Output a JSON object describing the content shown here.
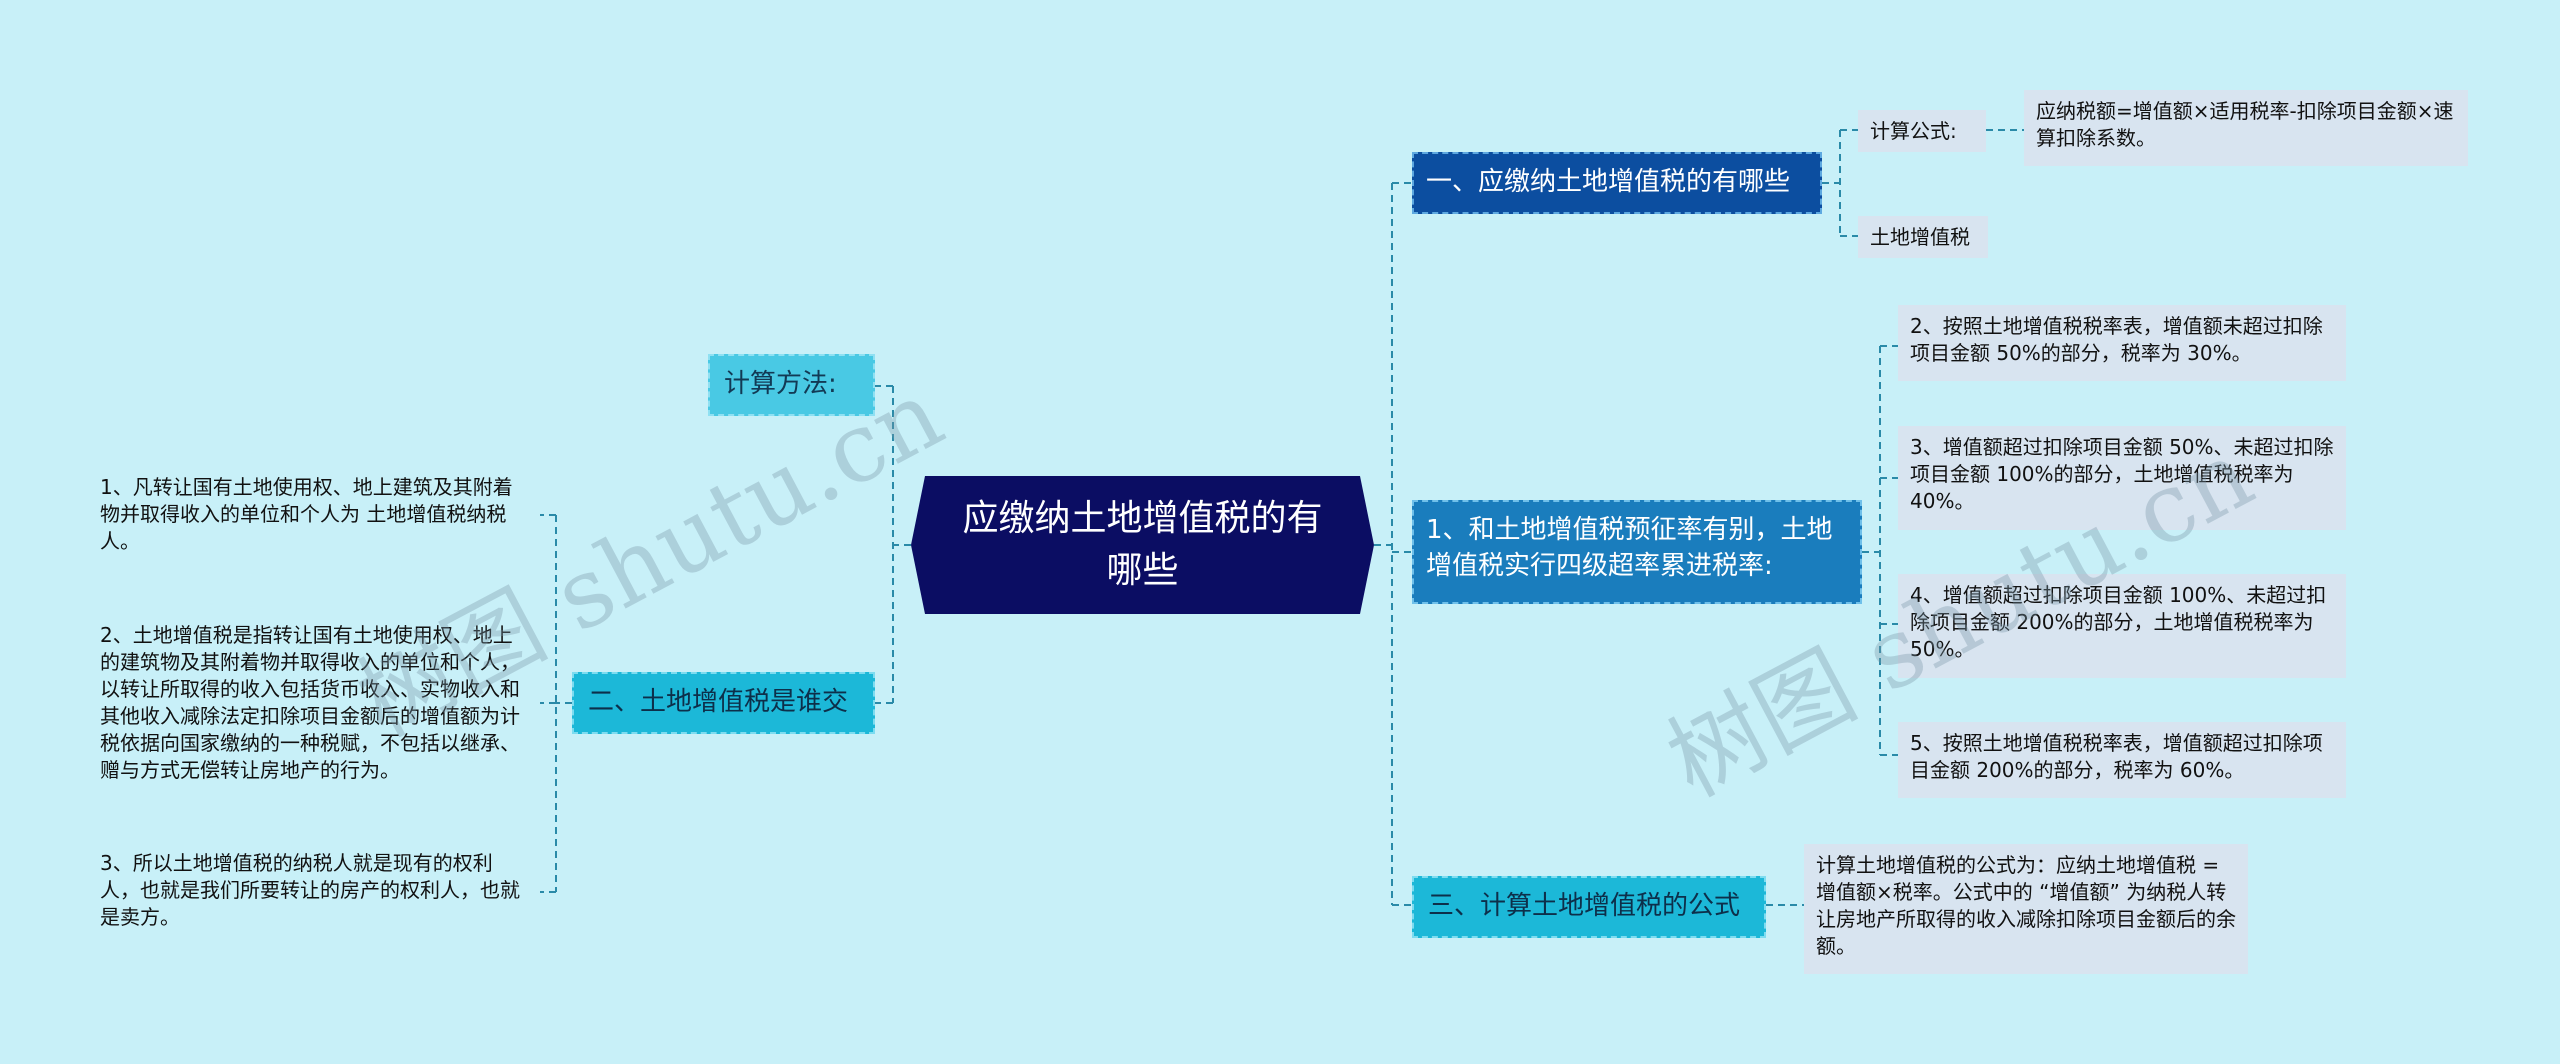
{
  "root": {
    "title": "应缴纳土地增值税的有哪些"
  },
  "right": [
    {
      "label": "一、应缴纳土地增值税的有哪些",
      "children": [
        {
          "label": "计算公式:",
          "detail": "应纳税额=增值额×适用税率-扣除项目金额×速算扣除系数。"
        },
        {
          "label": "土地增值税"
        }
      ]
    },
    {
      "label": "1、和土地增值税预征率有别，土地增值税实行四级超率累进税率:",
      "children": [
        {
          "text": "2、按照土地增值税税率表，增值额未超过扣除项目金额 50%的部分，税率为 30%。"
        },
        {
          "text": "3、增值额超过扣除项目金额 50%、未超过扣除项目金额 100%的部分，土地增值税税率为 40%。"
        },
        {
          "text": "4、增值额超过扣除项目金额 100%、未超过扣除项目金额 200%的部分，土地增值税税率为 50%。"
        },
        {
          "text": "5、按照土地增值税税率表，增值额超过扣除项目金额 200%的部分，税率为 60%。"
        }
      ]
    },
    {
      "label": "三、计算土地增值税的公式",
      "children": [
        {
          "text": "计算土地增值税的公式为：应纳土地增值税 = 增值额×税率。公式中的 “增值额” 为纳税人转让房地产所取得的收入减除扣除项目金额后的余额。"
        }
      ]
    }
  ],
  "left": [
    {
      "label": "计算方法:"
    },
    {
      "label": "二、土地增值税是谁交",
      "children": [
        {
          "text": "1、凡转让国有土地使用权、地上建筑及其附着物并取得收入的单位和个人为 土地增值税纳税人。"
        },
        {
          "text": "2、土地增值税是指转让国有土地使用权、地上的建筑物及其附着物并取得收入的单位和个人，以转让所取得的收入包括货币收入、实物收入和其他收入减除法定扣除项目金额后的增值额为计税依据向国家缴纳的一种税赋，不包括以继承、赠与方式无偿转让房地产的行为。"
        },
        {
          "text": "3、所以土地增值税的纳税人就是现有的权利人，也就是我们所要转让的房产的权利人，也就是卖方。"
        }
      ]
    }
  ],
  "watermarks": [
    "树图 shutu.cn",
    "树图 shutu.cn"
  ],
  "colors": {
    "background": "#c8f0f8",
    "root": "#0b0d63",
    "branch_dark": "#0c4ea0",
    "branch_mid": "#1a7dbd",
    "branch_cyan": "#1cb8d8",
    "leaf": "#d8e4f0",
    "line": "#2a8aa8"
  }
}
